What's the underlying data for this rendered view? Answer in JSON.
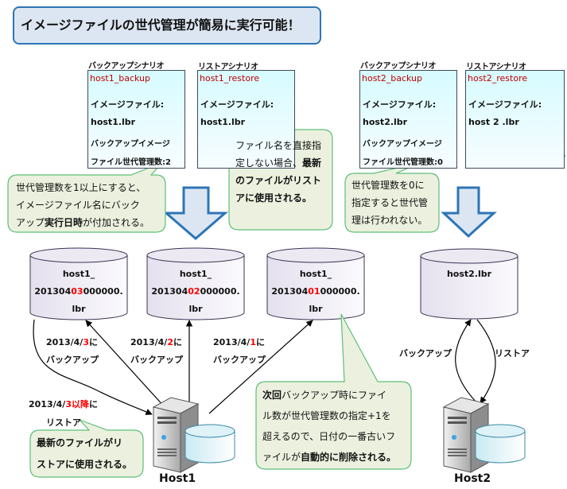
{
  "title": "イメージファイルの世代管理が簡易に実行可能！",
  "colors": {
    "title_border": "#2e75b6",
    "title_fill": "#dce6f2",
    "callout_border": "#5cbf79",
    "callout_fill": "#ebf1de",
    "doc_name": "#c00000",
    "highlight_red": "#ff0000",
    "arrow_fill": "#dce6f2",
    "arrow_border": "#2e75b6"
  },
  "scenarios": [
    {
      "header": "バックアップシナリオ",
      "name": "host1_backup",
      "image_label": "イメージファイル:",
      "image_file": "host1.lbr",
      "gen_line1": "バックアップイメージ",
      "gen_line2": "ファイル世代管理数:2"
    },
    {
      "header": "リストアシナリオ",
      "name": "host1_restore",
      "image_label": "イメージファイル:",
      "image_file": "host1.lbr"
    },
    {
      "header": "バックアップシナリオ",
      "name": "host2_backup",
      "image_label": "イメージファイル:",
      "image_file": "host2.lbr",
      "gen_line1": "バックアップイメージ",
      "gen_line2": "ファイル世代管理数:0"
    },
    {
      "header": "リストアシナリオ",
      "name": "host2_restore",
      "image_label": "イメージファイル:",
      "image_file": "host 2 .lbr"
    }
  ],
  "callouts": {
    "gen_count": {
      "l1": "世代管理数を1以上にすると、",
      "l2": "イメージファイル名にバック",
      "l3a": "アップ",
      "l3b": "実行日時",
      "l3c": "が付加される。"
    },
    "filename": {
      "l1": "ファイル名を直接指",
      "l2a": "定しない場合、",
      "l2b": "最新",
      "l3": "のファイルがリスト",
      "l4": "アに使用される。"
    },
    "gen_zero": {
      "l1": "世代管理数を0に",
      "l2": "指定すると世代管",
      "l3": "理は行われない。"
    },
    "latest_restore": {
      "l1": "最新のファイルがリ",
      "l2": "ストアに使用される。"
    },
    "auto_delete": {
      "l1a": "次回",
      "l1b": "バックアップ時にファイ",
      "l2": "ル数が世代管理数の指定+1を",
      "l3": "超えるので、日付の一番古いフ",
      "l4a": "ァイルが",
      "l4b": "自動的に削除される。"
    }
  },
  "cylinders": [
    {
      "l1": "host1_",
      "l2_pre": "201304",
      "l2_red": "03",
      "l2_post": "000000.",
      "l3": "lbr"
    },
    {
      "l1": "host1_",
      "l2_pre": "201304",
      "l2_red": "02",
      "l2_post": "000000.",
      "l3": "lbr"
    },
    {
      "l1": "host1_",
      "l2_pre": "201304",
      "l2_red": "01",
      "l2_post": "000000.",
      "l3": "lbr"
    },
    {
      "l1": "host2.lbr"
    }
  ],
  "backup_labels": [
    {
      "pre": "2013/4/",
      "red": "3",
      "post": "に",
      "l2": "バックアップ"
    },
    {
      "pre": "2013/4/",
      "red": "2",
      "post": "に",
      "l2": "バックアップ"
    },
    {
      "pre": "2013/4/",
      "red": "1",
      "post": "に",
      "l2": "バックアップ"
    }
  ],
  "restore_label": {
    "pre": "2013/4/",
    "red": "3以降",
    "post": "に",
    "l2": "リストア"
  },
  "host2_labels": {
    "backup": "バックアップ",
    "restore": "リストア"
  },
  "hosts": [
    {
      "name": "Host1"
    },
    {
      "name": "Host2"
    }
  ]
}
